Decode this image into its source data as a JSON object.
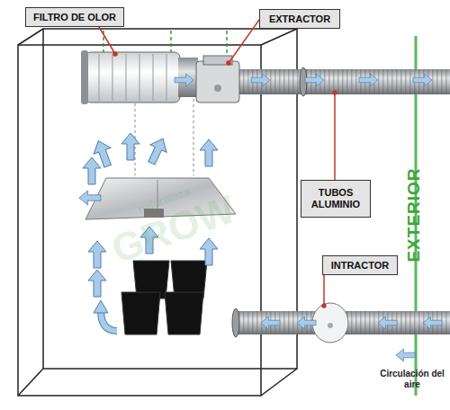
{
  "diagram": {
    "nodes": [
      {
        "text": [
          "FILTRO DE OLOR"
        ]
      },
      {
        "text": [
          "EXTRACTOR"
        ]
      },
      {
        "text": [
          "TUBOS ALUMINIO"
        ]
      },
      {
        "text": [
          "INTRACTOR"
        ]
      }
    ],
    "labels": [
      "EXTERIOR",
      "Circulación del aire",
      "naturaleza",
      "GROW"
    ]
  }
}
